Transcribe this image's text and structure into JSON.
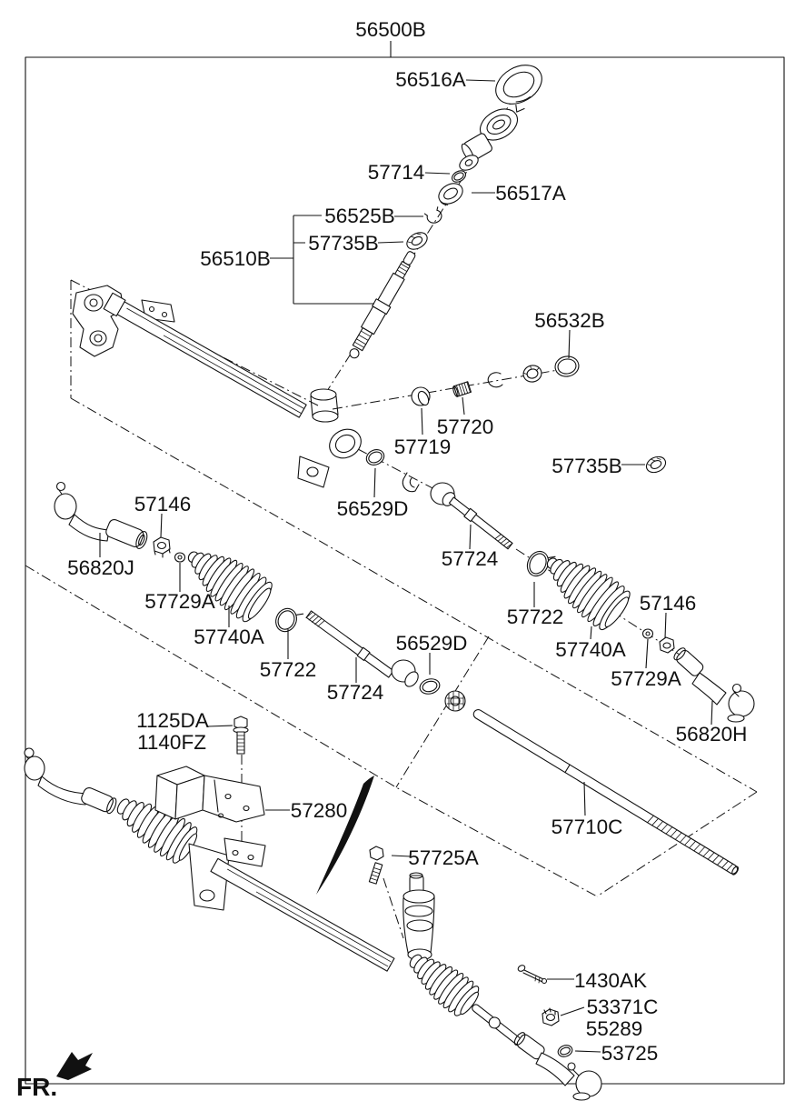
{
  "diagram": {
    "kind": "exploded-parts-diagram",
    "background": "#ffffff",
    "line_color": "#111111",
    "front_marker": "FR.",
    "parts": [
      {
        "id": "gear-box-assembly",
        "label": "56500B"
      },
      {
        "id": "bearing-cap",
        "label": "56516A"
      },
      {
        "id": "o-ring-57714",
        "label": "57714"
      },
      {
        "id": "bearing-56517a",
        "label": "56517A"
      },
      {
        "id": "snap-ring-56525b",
        "label": "56525B"
      },
      {
        "id": "oil-seal-57735b-upper",
        "label": "57735B"
      },
      {
        "id": "pinion-assy-56510b",
        "label": "56510B"
      },
      {
        "id": "o-ring-56532b",
        "label": "56532B"
      },
      {
        "id": "spring-57720",
        "label": "57720"
      },
      {
        "id": "support-yoke-57719",
        "label": "57719"
      },
      {
        "id": "oil-seal-57735b-lower",
        "label": "57735B"
      },
      {
        "id": "ring-56529d-upper",
        "label": "56529D"
      },
      {
        "id": "nut-57146-left",
        "label": "57146"
      },
      {
        "id": "tie-rod-end-lh",
        "label": "56820J"
      },
      {
        "id": "inner-rod-57724-right",
        "label": "57724"
      },
      {
        "id": "clamp-57722-right",
        "label": "57722"
      },
      {
        "id": "bellows-57740a-right",
        "label": "57740A"
      },
      {
        "id": "nut-57146-right",
        "label": "57146"
      },
      {
        "id": "washer-57729a-right",
        "label": "57729A"
      },
      {
        "id": "tie-rod-end-rh",
        "label": "56820H"
      },
      {
        "id": "washer-57729a-left",
        "label": "57729A"
      },
      {
        "id": "bellows-57740a-left",
        "label": "57740A"
      },
      {
        "id": "clamp-57722-left",
        "label": "57722"
      },
      {
        "id": "inner-rod-57724-left",
        "label": "57724"
      },
      {
        "id": "ring-56529d-lower",
        "label": "56529D"
      },
      {
        "id": "bolt-1125da",
        "label": "1125DA"
      },
      {
        "id": "bolt-1140fz",
        "label": "1140FZ"
      },
      {
        "id": "mount-bracket-57280",
        "label": "57280"
      },
      {
        "id": "rack-bar-57710c",
        "label": "57710C"
      },
      {
        "id": "bolt-57725a",
        "label": "57725A"
      },
      {
        "id": "pin-1430ak",
        "label": "1430AK"
      },
      {
        "id": "castle-nut-53371c",
        "label": "53371C"
      },
      {
        "id": "nut-55289",
        "label": "55289"
      },
      {
        "id": "ring-53725",
        "label": "53725"
      }
    ]
  }
}
